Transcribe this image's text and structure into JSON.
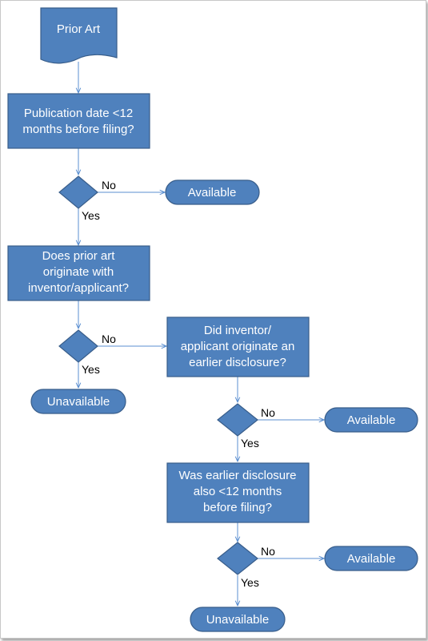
{
  "flowchart": {
    "start": {
      "label": "Prior Art"
    },
    "process1": {
      "lines": [
        "Publication date <12",
        "months before filing?"
      ]
    },
    "process2": {
      "lines": [
        "Does prior art",
        "originate with",
        "inventor/applicant?"
      ]
    },
    "process3": {
      "lines": [
        "Did inventor/",
        "applicant originate an",
        "earlier disclosure?"
      ]
    },
    "process4": {
      "lines": [
        "Was earlier disclosure",
        "also <12 months",
        "before filing?"
      ]
    },
    "terminal_available_1": {
      "label": "Available"
    },
    "terminal_unavailable_1": {
      "label": "Unavailable"
    },
    "terminal_available_2": {
      "label": "Available"
    },
    "terminal_available_3": {
      "label": "Available"
    },
    "terminal_unavailable_2": {
      "label": "Unavailable"
    },
    "edge_labels": {
      "no": "No",
      "yes": "Yes"
    }
  },
  "colors": {
    "node_fill": "#4f81bd",
    "node_stroke": "#385d8a",
    "connector": "#5b8fd0",
    "node_text": "#ffffff"
  }
}
